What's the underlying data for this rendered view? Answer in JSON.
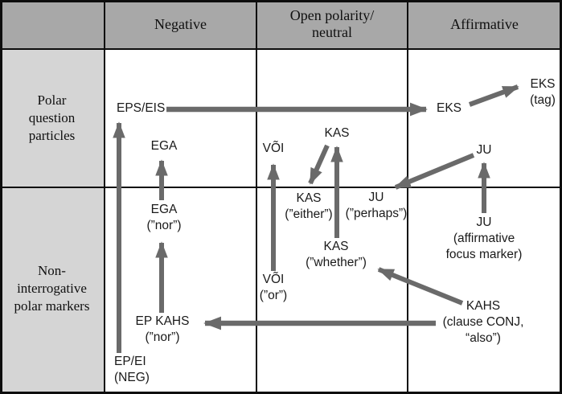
{
  "colors": {
    "header_bg": "#a8a8a8",
    "row_label_bg": "#d5d5d5",
    "grid_border": "#0d0d0d",
    "arrow": "#6a6a6a",
    "text": "#1a1a1a"
  },
  "headers": {
    "corner": "",
    "negative": "Negative",
    "open": [
      "Open polarity/",
      "neutral"
    ],
    "affirmative": "Affirmative"
  },
  "row_labels": {
    "polar": [
      "Polar",
      "question",
      "particles"
    ],
    "noninterrog": [
      "Non-",
      "interrogative",
      "polar markers"
    ]
  },
  "nodes": {
    "eps_eis": "EPS/EIS",
    "ega_top": "EGA",
    "voi_top": "VÕI",
    "kas_top": "KAS",
    "eks": "EKS",
    "ju_top": "JU",
    "eks_tag": [
      "EKS",
      "(tag)"
    ],
    "ega_nor": [
      "EGA",
      "(”nor”)"
    ],
    "kas_either": [
      "KAS",
      "(”either”)"
    ],
    "ju_perhaps": [
      "JU",
      "(”perhaps”)"
    ],
    "kas_whether": [
      "KAS",
      "(”whether”)"
    ],
    "voi_or": [
      "VÕI",
      "(”or”)"
    ],
    "ju_aff": [
      "JU",
      "(affirmative",
      "focus marker)"
    ],
    "kahs": [
      "KAHS",
      "(clause CONJ,",
      "“also”)"
    ],
    "ep_kahs": [
      "EP KAHS",
      "(”nor”)"
    ],
    "ep_ei": [
      "EP/EI",
      "(NEG)"
    ]
  },
  "arrows": [
    {
      "from": "EP/EI (NEG)",
      "to": "EPS/EIS"
    },
    {
      "from": "EPS/EIS",
      "to": "EKS"
    },
    {
      "from": "EKS",
      "to": "EKS (tag)"
    },
    {
      "from": "EGA (”nor”)",
      "to": "EGA"
    },
    {
      "from": "EP KAHS (”nor”)",
      "to": "EGA (”nor”)"
    },
    {
      "from": "VÕI (”or”)",
      "to": "VÕI"
    },
    {
      "from": "KAS (”whether”)",
      "to": "KAS"
    },
    {
      "from": "KAS",
      "to": "KAS (”either”)"
    },
    {
      "from": "JU",
      "to": "JU (”perhaps”)"
    },
    {
      "from": "JU (affirmative focus marker)",
      "to": "JU"
    },
    {
      "from": "KAHS (clause CONJ, “also”)",
      "to": "KAS (”whether”)"
    },
    {
      "from": "KAHS (clause CONJ, “also”)",
      "to": "EP KAHS (”nor”)"
    }
  ]
}
